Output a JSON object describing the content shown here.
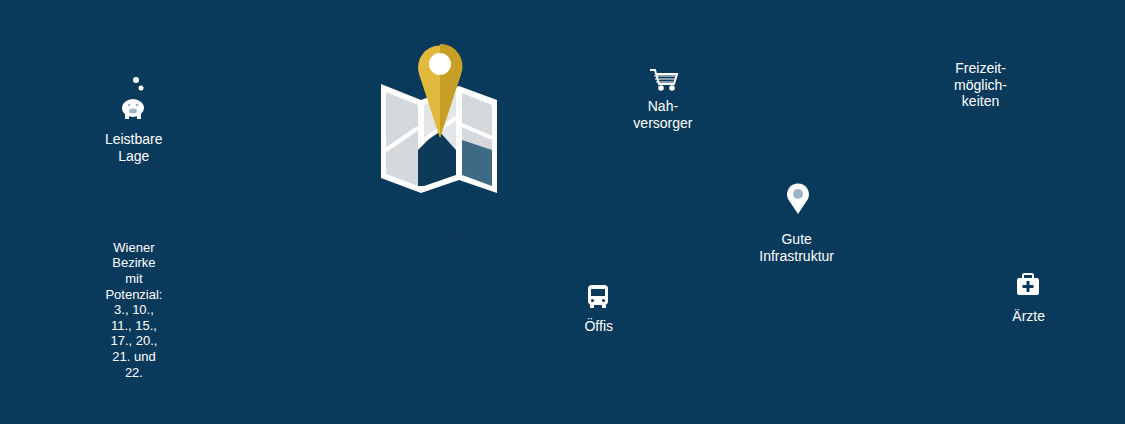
{
  "diagram": {
    "nodes": [
      {
        "text": [
          "Leistbare Lage"
        ]
      },
      {
        "text": [
          "Wiener Bezirke mit Potenzial: 3., 10., 11., 15., 17., 20., 21. und 22."
        ]
      },
      {
        "text": [
          "LAGE"
        ]
      },
      {
        "text": [
          "Gute Infrastruktur"
        ]
      },
      {
        "text": [
          "Nah- versorger"
        ]
      },
      {
        "text": [
          "Freizeit- möglich- keiten"
        ]
      },
      {
        "text": [
          "Öffis"
        ]
      },
      {
        "text": [
          "Ärzte"
        ]
      }
    ],
    "edges": [
      {
        "from": 0,
        "to": 2,
        "arrow": "none"
      },
      {
        "from": 0,
        "to": 1,
        "arrow": "to"
      },
      {
        "from": 2,
        "to": 3,
        "arrow": "none"
      },
      {
        "from": 3,
        "to": 4,
        "arrow": "to"
      },
      {
        "from": 3,
        "to": 5,
        "arrow": "to"
      },
      {
        "from": 3,
        "to": 6,
        "arrow": "to"
      },
      {
        "from": 3,
        "to": 7,
        "arrow": "to"
      }
    ]
  }
}
